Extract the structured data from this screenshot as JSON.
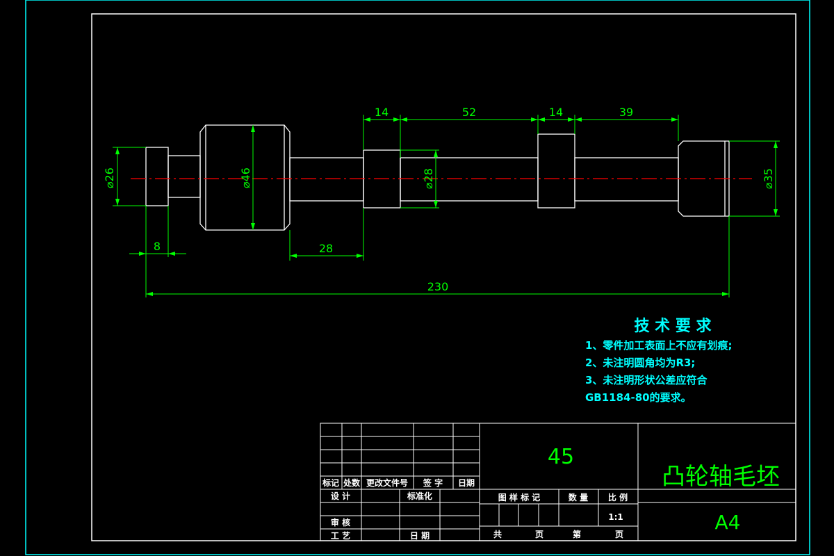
{
  "drawing": {
    "colors": {
      "outline": "#ffffff",
      "dimension": "#00ff00",
      "centerline": "#ff0000",
      "frame_outer": "#00ffff",
      "text_req": "#00ffff"
    },
    "dims": {
      "d26": "⌀26",
      "d46": "⌀46",
      "d28": "⌀28",
      "d35": "⌀35",
      "l14a": "14",
      "l52": "52",
      "l14b": "14",
      "l39": "39",
      "l8": "8",
      "l28": "28",
      "l230": "230"
    }
  },
  "requirements": {
    "title": "技 术 要 求",
    "lines": [
      "1、零件加工表面上不应有划痕;",
      "2、未注明圆角均为R3;",
      "3、未注明形状公差应符合",
      "GB1184-80的要求。"
    ]
  },
  "title_block": {
    "material": "45",
    "part_name": "凸轮轴毛坯",
    "sheet_size": "A4",
    "scale": "1:1",
    "labels": {
      "mark": "标记",
      "count": "处数",
      "change_doc": "更改文件号",
      "sign": "签 字",
      "date": "日期",
      "design": "设 计",
      "standardize": "标准化",
      "stage_mark": "图 样 标 记",
      "qty": "数 量",
      "ratio": "比 例",
      "review": "审 核",
      "process": "工 艺",
      "date2": "日 期",
      "total": "共",
      "page": "页",
      "nth": "第",
      "page2": "页"
    }
  }
}
